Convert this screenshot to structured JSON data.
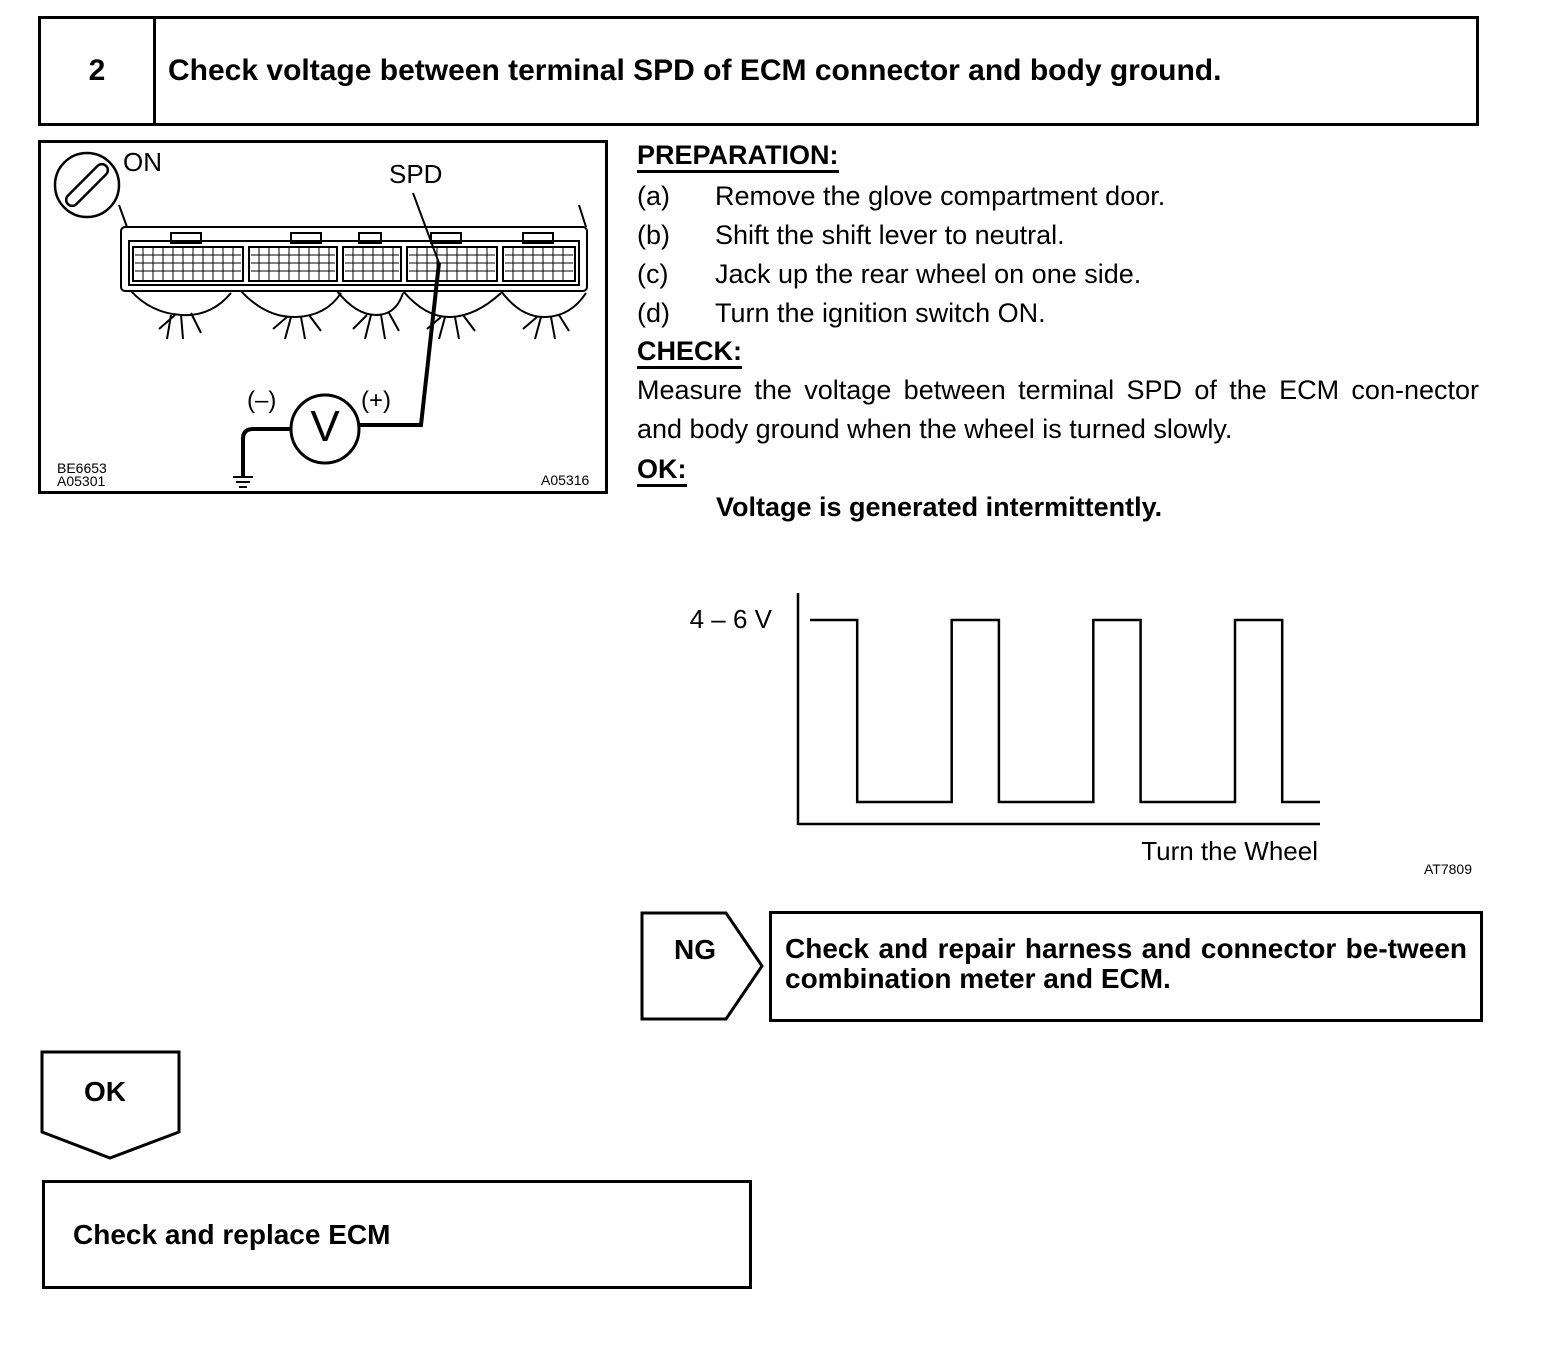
{
  "header": {
    "step_number": "2",
    "title": "Check voltage between terminal SPD of ECM connector and body ground."
  },
  "figure": {
    "switch_label": "ON",
    "terminal_label": "SPD",
    "minus_label": "(–)",
    "plus_label": "(+)",
    "meter_symbol": "V",
    "code_left_1": "BE6653",
    "code_left_2": "A05301",
    "code_right": "A05316"
  },
  "preparation": {
    "title": "PREPARATION:",
    "steps": [
      {
        "label": "(a)",
        "text": "Remove the glove compartment door."
      },
      {
        "label": "(b)",
        "text": "Shift the shift lever to neutral."
      },
      {
        "label": "(c)",
        "text": "Jack up the rear wheel on one side."
      },
      {
        "label": "(d)",
        "text": "Turn the ignition switch ON."
      }
    ]
  },
  "check": {
    "title": "CHECK:",
    "text": "Measure the voltage between terminal SPD of the ECM con-nector and body ground when the wheel is turned slowly."
  },
  "ok_spec": {
    "title": "OK:",
    "text": "Voltage is generated intermittently."
  },
  "chart_data": {
    "type": "line",
    "y_label_high": "4 – 6 V",
    "xlabel": "Turn the Wheel",
    "figure_code": "AT7809",
    "levels": [
      "high",
      "low",
      "high",
      "low",
      "high",
      "low",
      "high",
      "low"
    ],
    "durations": [
      1,
      2,
      1,
      2,
      1,
      2,
      1,
      0.8
    ]
  },
  "flow": {
    "ng_label": "NG",
    "ng_action": "Check and repair harness and connector be-tween combination meter and ECM.",
    "ok_label": "OK",
    "ok_action": "Check and replace ECM"
  }
}
